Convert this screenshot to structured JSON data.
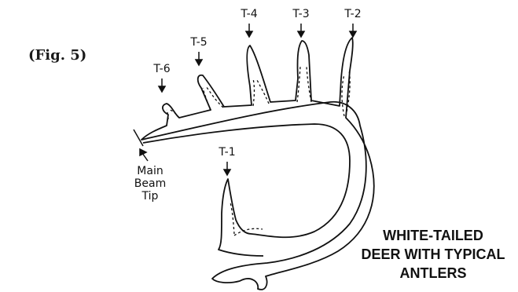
{
  "figure_label": "(Fig. 5)",
  "tine_labels": {
    "t1": "T-1",
    "t2": "T-2",
    "t3": "T-3",
    "t4": "T-4",
    "t5": "T-5",
    "t6": "T-6"
  },
  "main_beam_tip": [
    "Main",
    "Beam",
    "Tip"
  ],
  "title_lines": [
    "WHITE-TAILED",
    "DEER WITH TYPICAL",
    "ANTLERS"
  ]
}
